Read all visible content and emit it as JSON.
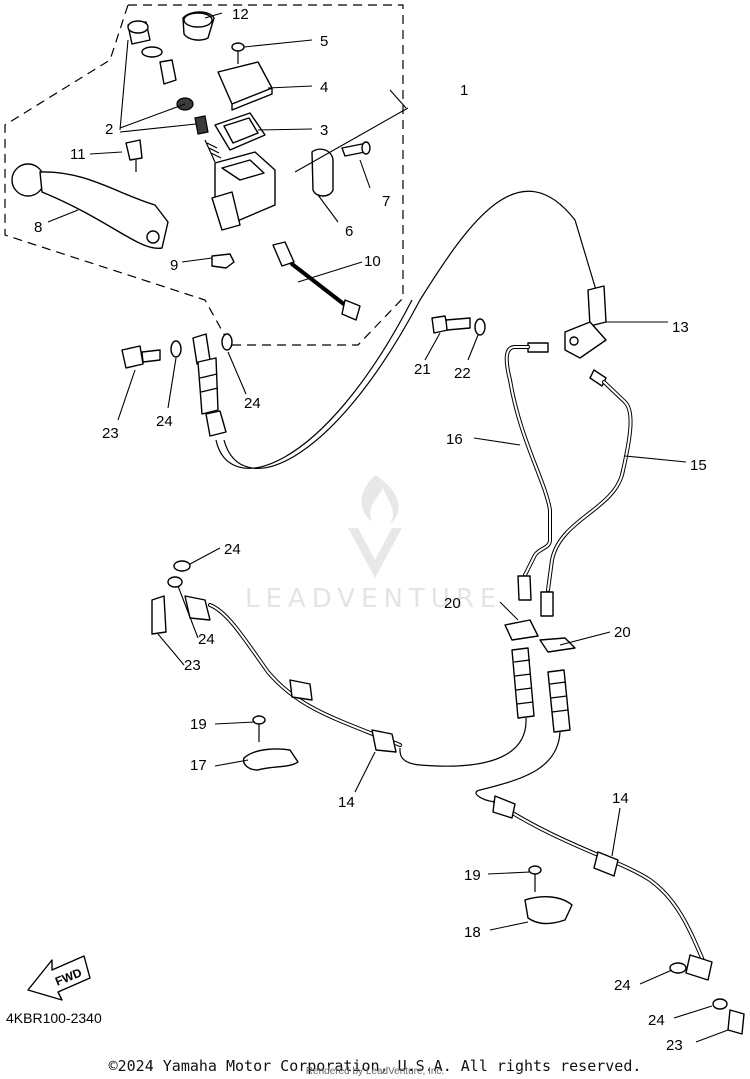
{
  "diagram": {
    "callouts": {
      "c1": "1",
      "c2": "2",
      "c3": "3",
      "c4": "4",
      "c5": "5",
      "c6": "6",
      "c7": "7",
      "c8": "8",
      "c9": "9",
      "c10": "10",
      "c11": "11",
      "c12": "12",
      "c13": "13",
      "c14a": "14",
      "c14b": "14",
      "c15": "15",
      "c16": "16",
      "c17": "17",
      "c18": "18",
      "c19a": "19",
      "c19b": "19",
      "c20a": "20",
      "c20b": "20",
      "c21": "21",
      "c22": "22",
      "c23a": "23",
      "c23b": "23",
      "c23c": "23",
      "c24a": "24",
      "c24b": "24",
      "c24c": "24",
      "c24d": "24",
      "c24e": "24",
      "c24f": "24"
    },
    "fwd_label": "FWD",
    "doc_code": "4KBR100-2340",
    "watermark": "LEADVENTURE"
  },
  "footer": {
    "copyright": "©2024 Yamaha Motor Corporation, U.S.A. All rights reserved.",
    "rendered_by": "Rendered by LeadVenture, Inc."
  },
  "colors": {
    "ink": "#000000",
    "watermark": "#e4e4e4",
    "background": "#ffffff"
  }
}
